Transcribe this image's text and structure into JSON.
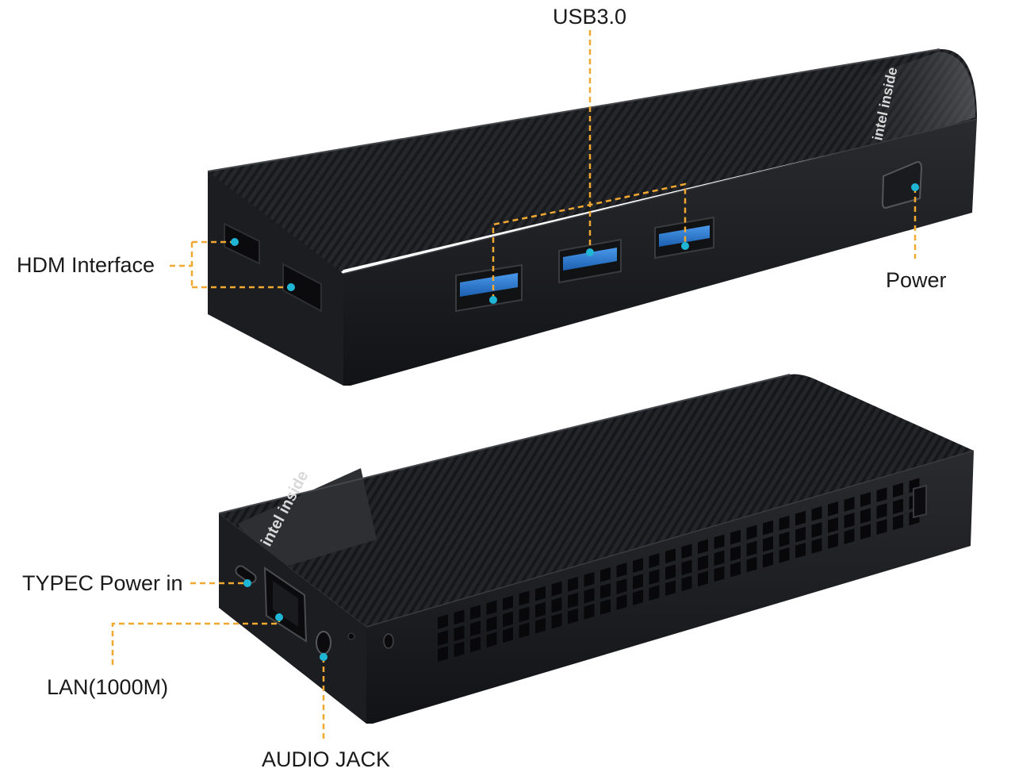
{
  "callouts": {
    "usb": "USB3.0",
    "hdmi": "HDM Interface",
    "power": "Power",
    "typec": "TYPEC Power in",
    "lan": "LAN(1000M)",
    "audio": "AUDIO JACK"
  },
  "branding": {
    "top_badge": "intel inside",
    "bottom_badge": "intel inside"
  },
  "colors": {
    "background": "#ffffff",
    "device_body": "#1c1d1f",
    "device_side": "#15161a",
    "usb_port_blue": "#2f7fd6",
    "callout_line": "#f0a830",
    "callout_dot": "#1fb6d6",
    "label_text": "#1a1a1a"
  }
}
